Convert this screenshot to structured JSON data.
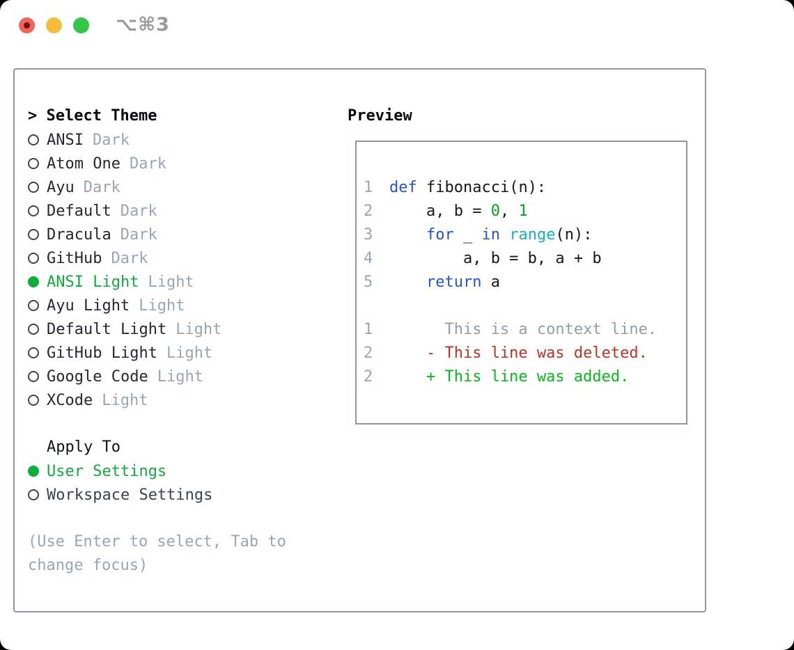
{
  "titlebar": {
    "shortcut": "⌥⌘3",
    "buttons": [
      "close",
      "minimize",
      "zoom"
    ]
  },
  "theme_panel": {
    "prefix": "> ",
    "title": "Select Theme",
    "items": [
      {
        "name": "ANSI",
        "variant": "Dark",
        "selected": false
      },
      {
        "name": "Atom One",
        "variant": "Dark",
        "selected": false
      },
      {
        "name": "Ayu",
        "variant": "Dark",
        "selected": false
      },
      {
        "name": "Default",
        "variant": "Dark",
        "selected": false
      },
      {
        "name": "Dracula",
        "variant": "Dark",
        "selected": false
      },
      {
        "name": "GitHub",
        "variant": "Dark",
        "selected": false
      },
      {
        "name": "ANSI Light",
        "variant": "Light",
        "selected": true
      },
      {
        "name": "Ayu Light",
        "variant": "Light",
        "selected": false
      },
      {
        "name": "Default Light",
        "variant": "Light",
        "selected": false
      },
      {
        "name": "GitHub Light",
        "variant": "Light",
        "selected": false
      },
      {
        "name": "Google Code",
        "variant": "Light",
        "selected": false
      },
      {
        "name": "XCode",
        "variant": "Light",
        "selected": false
      }
    ]
  },
  "apply_panel": {
    "title": "Apply To",
    "options": [
      {
        "label": "User Settings",
        "selected": true
      },
      {
        "label": "Workspace Settings",
        "selected": false
      }
    ]
  },
  "hint": "(Use Enter to select, Tab to change focus)",
  "preview": {
    "title": "Preview",
    "code_lines": [
      {
        "num": "1",
        "tokens": [
          {
            "c": "kw",
            "t": "def"
          },
          {
            "c": "plain",
            "t": " fibonacci(n):"
          }
        ]
      },
      {
        "num": "2",
        "tokens": [
          {
            "c": "plain",
            "t": "    a, b = "
          },
          {
            "c": "num",
            "t": "0"
          },
          {
            "c": "plain",
            "t": ", "
          },
          {
            "c": "num",
            "t": "1"
          }
        ]
      },
      {
        "num": "3",
        "tokens": [
          {
            "c": "plain",
            "t": "    "
          },
          {
            "c": "kw",
            "t": "for"
          },
          {
            "c": "plain",
            "t": " _ "
          },
          {
            "c": "kw",
            "t": "in"
          },
          {
            "c": "plain",
            "t": " "
          },
          {
            "c": "fn",
            "t": "range"
          },
          {
            "c": "plain",
            "t": "(n):"
          }
        ]
      },
      {
        "num": "4",
        "tokens": [
          {
            "c": "plain",
            "t": "        a, b = b, a + b"
          }
        ]
      },
      {
        "num": "5",
        "tokens": [
          {
            "c": "plain",
            "t": "    "
          },
          {
            "c": "kw",
            "t": "return"
          },
          {
            "c": "plain",
            "t": " a"
          }
        ]
      }
    ],
    "diff_lines": [
      {
        "num": "1",
        "kind": "context",
        "text": "      This is a context line."
      },
      {
        "num": "2",
        "kind": "deleted",
        "text": "    - This line was deleted."
      },
      {
        "num": "2",
        "kind": "added",
        "text": "    + This line was added."
      }
    ]
  },
  "colors": {
    "selection_green": "#0eae3c",
    "added_green": "#00bd17",
    "deleted_red": "#c53022",
    "keyword_blue": "#2351e0",
    "builtin_cyan": "#12b3c9",
    "number_green": "#00a41c",
    "muted_gray": "#9aa5b2",
    "border_gray": "#8b95a3",
    "traffic_red": "#f4635a",
    "traffic_yellow": "#f6bd3b",
    "traffic_green": "#33c748"
  }
}
